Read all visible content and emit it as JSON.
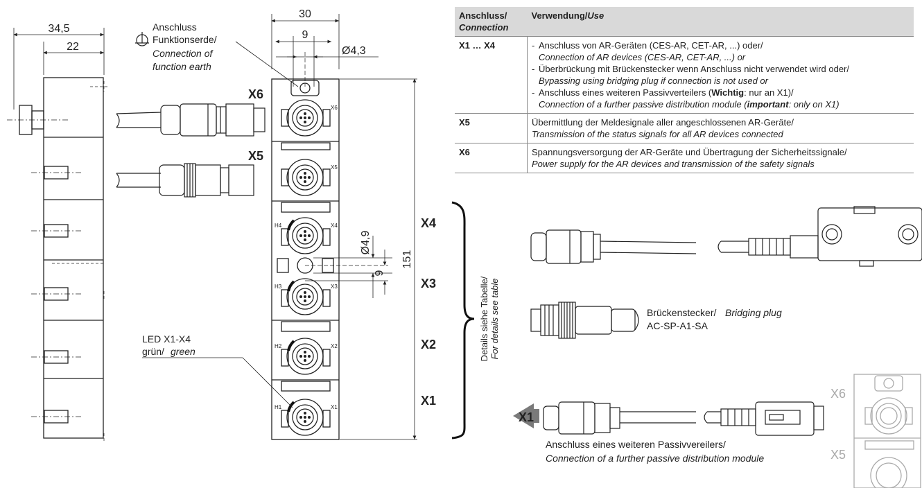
{
  "dimensions": {
    "side_width_outer": "34,5",
    "side_width_inner": "22",
    "front_width": "30",
    "hole_spacing": "9",
    "hole_diameter": "Ø4,3",
    "mount_hole_diameter": "Ø4,9",
    "mount_offset": "9",
    "total_height": "151"
  },
  "callouts": {
    "earth_de_1": "Anschluss",
    "earth_de_2": "Funktionserde/",
    "earth_en_1": "Connection of",
    "earth_en_2": "function earth",
    "led_de": "LED X1-X4",
    "led_de2": "grün/",
    "led_en": "green"
  },
  "ports": {
    "x6": "X6",
    "x5": "X5",
    "x4": "X4",
    "x3": "X3",
    "x2": "X2",
    "x1": "X1"
  },
  "small_labels": {
    "x6": "X6",
    "x5": "X5",
    "x4": "X4",
    "x3": "X3",
    "x2": "X2",
    "x1": "X1",
    "h4": "H4",
    "h3": "H3",
    "h2": "H2",
    "h1": "H1"
  },
  "brace_text": {
    "de": "Details siehe Tabelle/",
    "en": "For details see table"
  },
  "accessories": {
    "bridging_plug_de": "Brückenstecker/",
    "bridging_plug_en": "Bridging plug",
    "bridging_plug_code": "AC-SP-A1-SA",
    "arrow_label": "X1",
    "further_de": "Anschluss eines weiteren Passivvereilers/",
    "further_en": "Connection of a further passive distribution module",
    "ghost_x6": "X6",
    "ghost_x5": "X5"
  },
  "table": {
    "header_conn_de": "Anschluss/",
    "header_conn_en": "Connection",
    "header_use_de": "Verwendung/",
    "header_use_en": "Use",
    "rows": [
      {
        "conn": "X1 … X4",
        "items": [
          {
            "de": "Anschluss von AR-Geräten (CES-AR, CET-AR, ...) oder/",
            "en": "Connection of AR devices (CES-AR, CET-AR, ...) or"
          },
          {
            "de": "Überbrückung mit Brückenstecker wenn Anschluss nicht verwendet wird oder/",
            "en": "Bypassing using bridging plug if connection is not used or"
          },
          {
            "de_pre": "Anschluss eines weiteren Passivverteilers (",
            "de_bold": "Wichtig",
            "de_post": ": nur an X1)/",
            "en_pre": "Connection of a further passive distribution module (",
            "en_bold": "important",
            "en_post": ": only on X1)"
          }
        ]
      },
      {
        "conn": "X5",
        "de": "Übermittlung der Meldesignale aller angeschlossenen AR-Geräte/",
        "en": "Transmission of the status signals for all AR devices connected"
      },
      {
        "conn": "X6",
        "de": "Spannungsversorgung der AR-Geräte und Übertragung der Sicherheitssignale/",
        "en": "Power supply for the AR devices and transmission of the safety signals"
      }
    ]
  }
}
